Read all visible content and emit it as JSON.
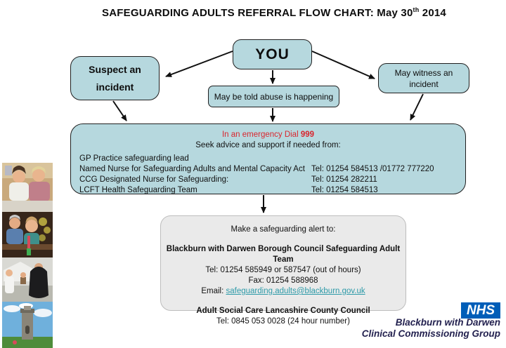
{
  "title": {
    "prefix": "SAFEGUARDING ADULTS REFERRAL FLOW CHART:  May 30",
    "superscript": "th",
    "suffix": " 2014"
  },
  "nodes": {
    "you": "YOU",
    "suspect": "Suspect an incident",
    "witness": "May witness an incident",
    "told": "May be told abuse is happening"
  },
  "emergency": {
    "heading_prefix": "In an emergency Dial ",
    "heading_number": "999",
    "subheading": "Seek advice and support if needed from:",
    "rows": [
      {
        "label": "GP Practice safeguarding lead",
        "tel": ""
      },
      {
        "label": "Named Nurse for Safeguarding Adults and Mental Capacity Act",
        "tel": "Tel: 01254 584513  /01772 777220"
      },
      {
        "label": "CCG Designated Nurse for Safeguarding:",
        "tel": "Tel: 01254 282211"
      },
      {
        "label": "LCFT Health Safeguarding Team",
        "tel": "Tel: 01254 584513"
      }
    ]
  },
  "alert": {
    "heading": "Make a safeguarding alert to:",
    "bwd_team": "Blackburn with Darwen Borough Council Safeguarding Adult Team",
    "bwd_tel": "Tel: 01254 585949 or 587547 (out of hours)",
    "bwd_fax": "Fax: 01254 588968",
    "email_label": "Email: ",
    "email_link": "safeguarding.adults@blackburn.gov.uk",
    "lcc_team": "Adult Social Care Lancashire County Council",
    "lcc_tel": "Tel: 0845 053 0028 (24 hour number)"
  },
  "logo": {
    "nhs": "NHS",
    "caption_line1": "Blackburn with Darwen",
    "caption_line2": "Clinical Commissioning Group"
  },
  "photos": [
    {
      "alt": "two women talking at a table"
    },
    {
      "alt": "older man and child gardening"
    },
    {
      "alt": "people at an outdoor community event"
    },
    {
      "alt": "Darwen Tower on a hill under blue sky"
    }
  ],
  "colors": {
    "node_fill": "#b6d8de",
    "node_border": "#1f1f1f",
    "alert_fill": "#eaeaea",
    "emergency_red": "#d9262e",
    "email_teal": "#2d9aa8",
    "nhs_blue": "#005eb8",
    "nhs_caption_text": "#23214f"
  }
}
